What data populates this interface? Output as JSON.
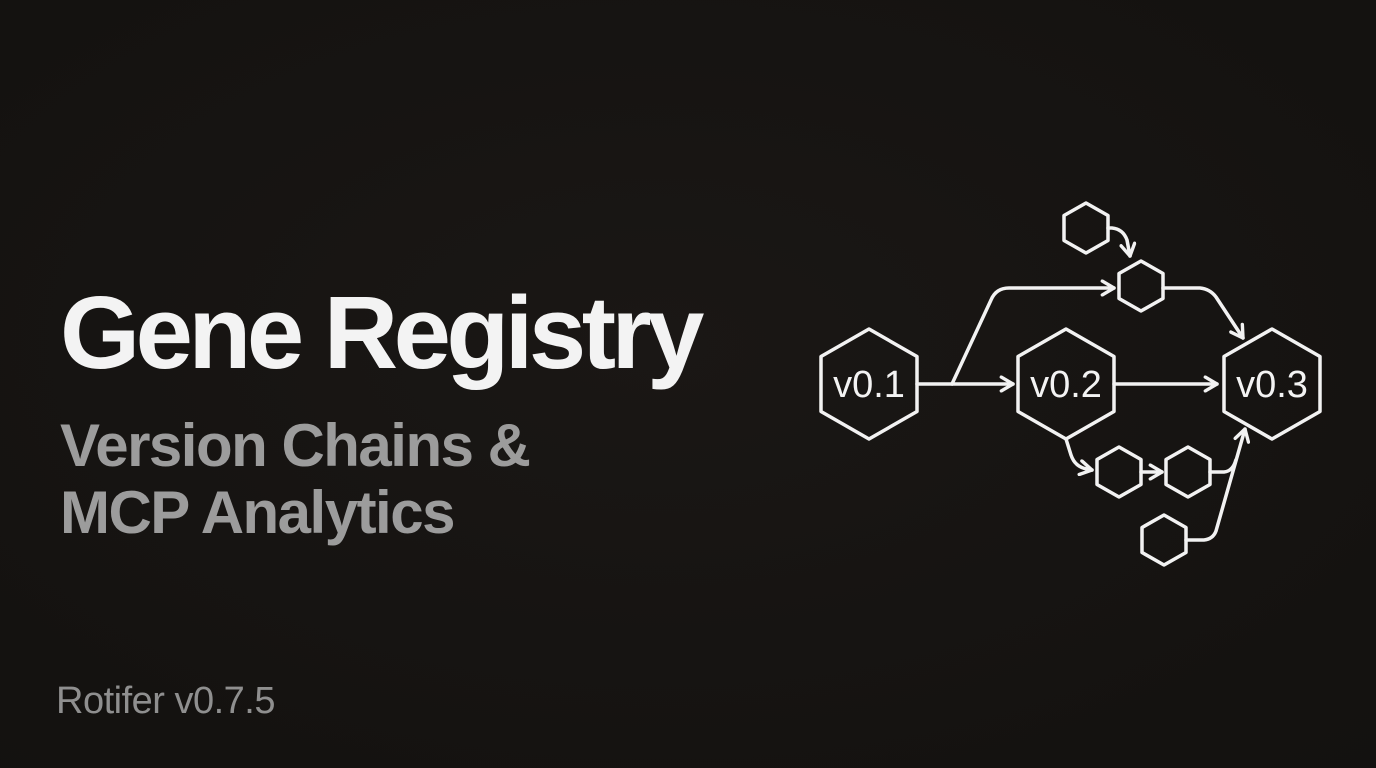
{
  "theme": {
    "background": "#141210",
    "title_color": "#f3f3f3",
    "subtitle_color": "#9c9c9c",
    "footer_color": "#8f8f8f",
    "diagram_stroke": "#f2f2f2"
  },
  "title": {
    "text": "Gene Registry"
  },
  "subtitle": {
    "line1": "Version Chains &",
    "line2": "MCP Analytics"
  },
  "footer": {
    "text": "Rotifer v0.7.5"
  },
  "diagram": {
    "kind": "version-chain-graph",
    "nodes": [
      {
        "id": "v01",
        "label": "v0.1",
        "size": "large"
      },
      {
        "id": "v02",
        "label": "v0.2",
        "size": "large"
      },
      {
        "id": "v03",
        "label": "v0.3",
        "size": "large"
      },
      {
        "id": "fork-top",
        "label": "",
        "size": "small"
      },
      {
        "id": "merge-top",
        "label": "",
        "size": "small"
      },
      {
        "id": "branch-a",
        "label": "",
        "size": "small"
      },
      {
        "id": "branch-b",
        "label": "",
        "size": "small"
      },
      {
        "id": "branch-c",
        "label": "",
        "size": "small"
      }
    ],
    "edges": [
      {
        "from": "v01",
        "to": "v02"
      },
      {
        "from": "v01",
        "to": "merge-top"
      },
      {
        "from": "fork-top",
        "to": "merge-top"
      },
      {
        "from": "merge-top",
        "to": "v03"
      },
      {
        "from": "v02",
        "to": "v03"
      },
      {
        "from": "v02",
        "to": "branch-a"
      },
      {
        "from": "branch-a",
        "to": "branch-b"
      },
      {
        "from": "branch-a",
        "to": "branch-c"
      },
      {
        "from": "branch-b",
        "to": "v03"
      },
      {
        "from": "branch-c",
        "to": "v03"
      }
    ]
  }
}
